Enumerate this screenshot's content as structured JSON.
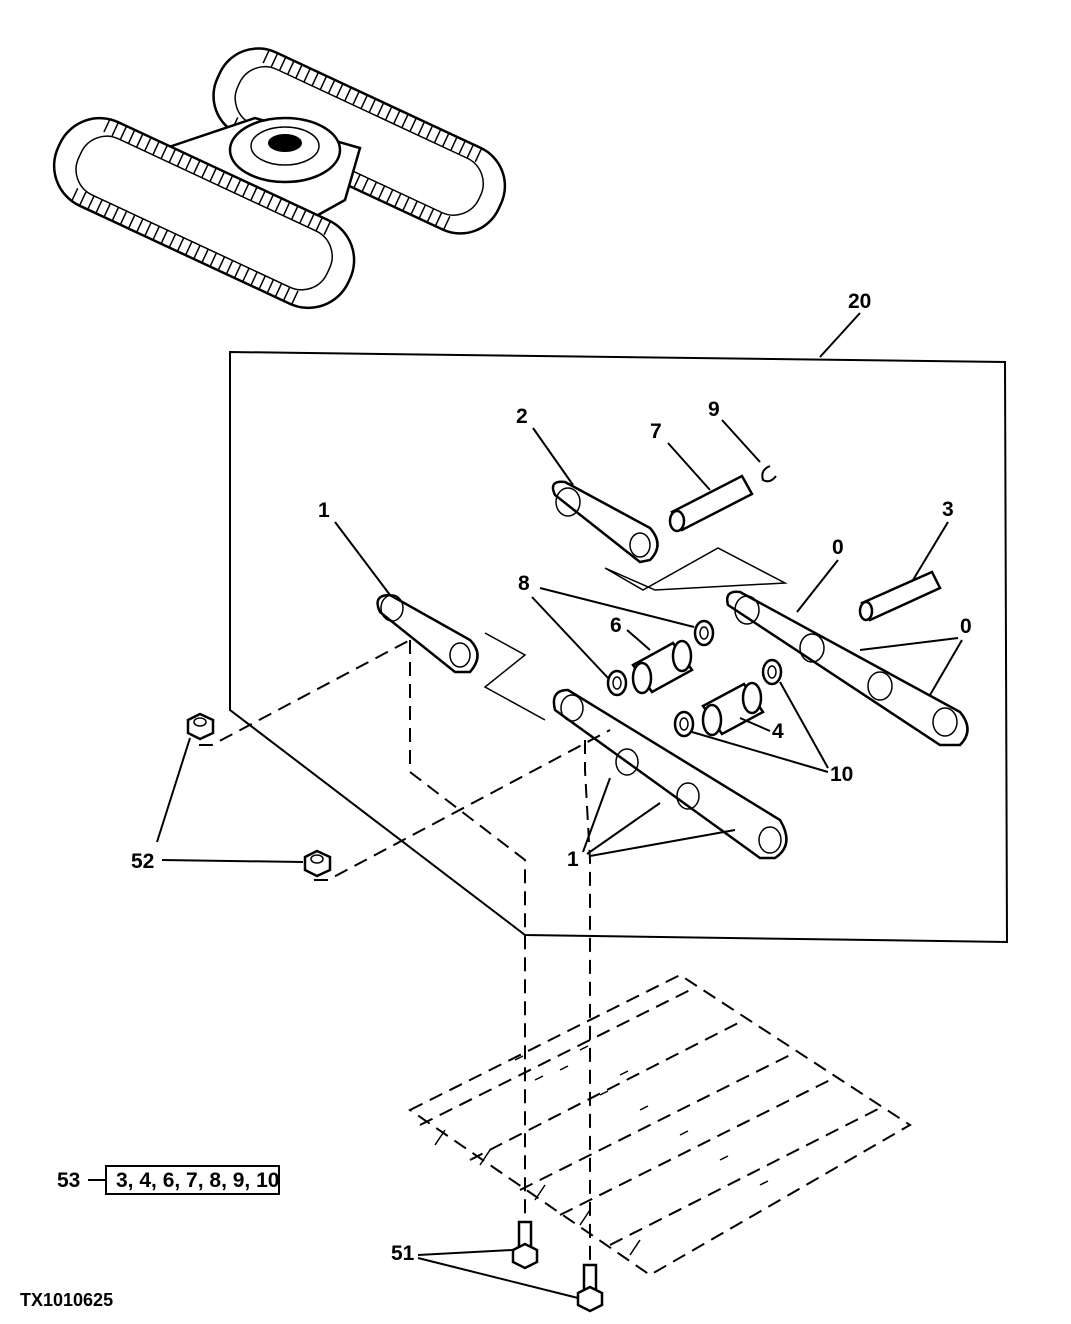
{
  "figure_id": "TX1010625",
  "callouts": {
    "c20": "20",
    "c2": "2",
    "c7": "7",
    "c9": "9",
    "c3": "3",
    "c1_top": "1",
    "c0_a": "0",
    "c0_b": "0",
    "c8": "8",
    "c6": "6",
    "c4": "4",
    "c10": "10",
    "c1_bottom": "1",
    "c52": "52",
    "c51": "51",
    "c53": "53"
  },
  "kit_contents": "3, 4, 6, 7, 8, 9, 10"
}
